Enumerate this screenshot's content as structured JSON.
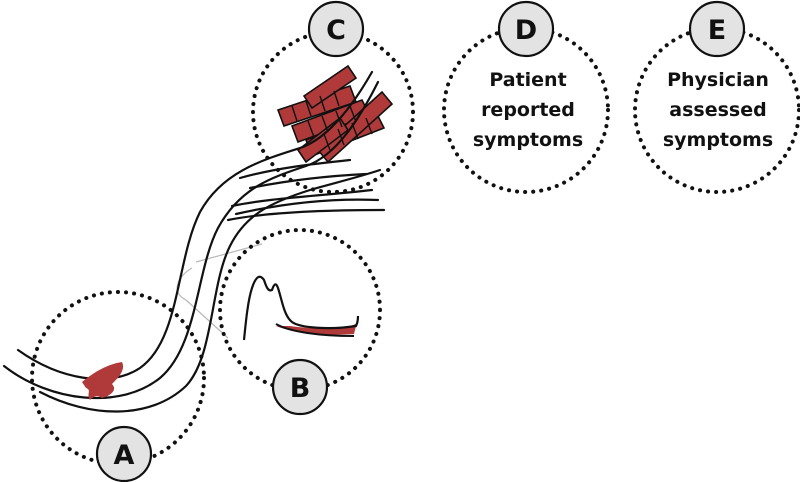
{
  "panels": {
    "a": {
      "label": "A"
    },
    "b": {
      "label": "B"
    },
    "c": {
      "label": "C"
    },
    "d": {
      "label": "D",
      "caption_lines": [
        "Patient",
        "reported",
        "symptoms"
      ]
    },
    "e": {
      "label": "E",
      "caption_lines": [
        "Physician",
        "assessed",
        "symptoms"
      ]
    }
  },
  "colors": {
    "lesion_red": "#b03a3a",
    "outline": "#111111",
    "badge_fill": "#e3e3e3",
    "connector_gray": "#b8b8b8"
  }
}
